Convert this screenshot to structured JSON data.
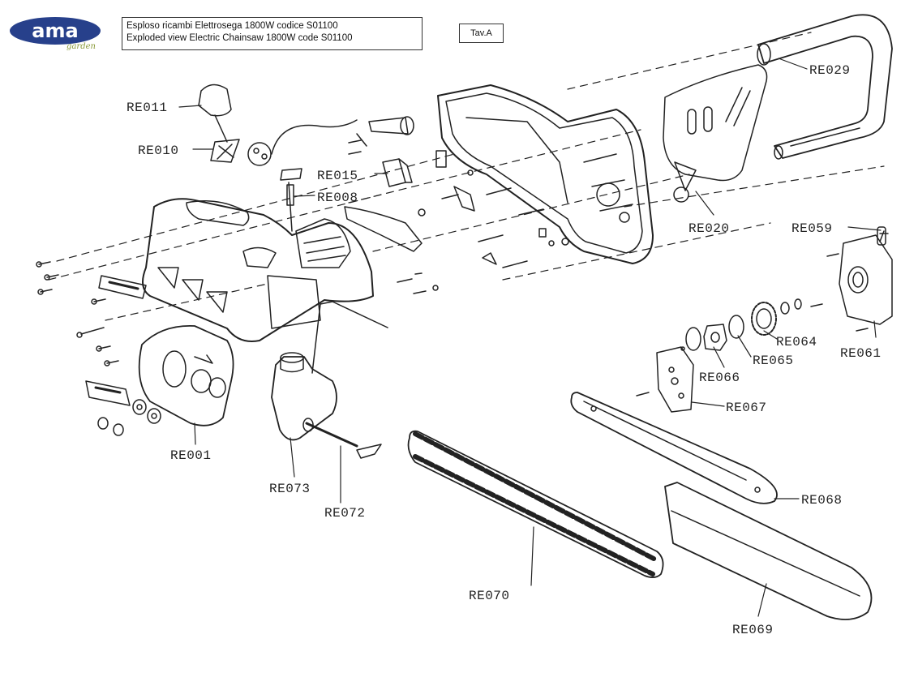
{
  "logo": {
    "text": "ama",
    "sub": "garden",
    "color": "#27408b"
  },
  "title": {
    "line1": "Esploso ricambi Elettrosega 1800W codice S01100",
    "line2": "Exploded view Electric Chainsaw 1800W code S01100"
  },
  "table_ref": "Tav.A",
  "parts": {
    "re011": "RE011",
    "re010": "RE010",
    "re015": "RE015",
    "re008": "RE008",
    "re029": "RE029",
    "re020": "RE020",
    "re059": "RE059",
    "re064": "RE064",
    "re065": "RE065",
    "re061": "RE061",
    "re066": "RE066",
    "re067": "RE067",
    "re001": "RE001",
    "re073": "RE073",
    "re072": "RE072",
    "re068": "RE068",
    "re070": "RE070",
    "re069": "RE069"
  }
}
